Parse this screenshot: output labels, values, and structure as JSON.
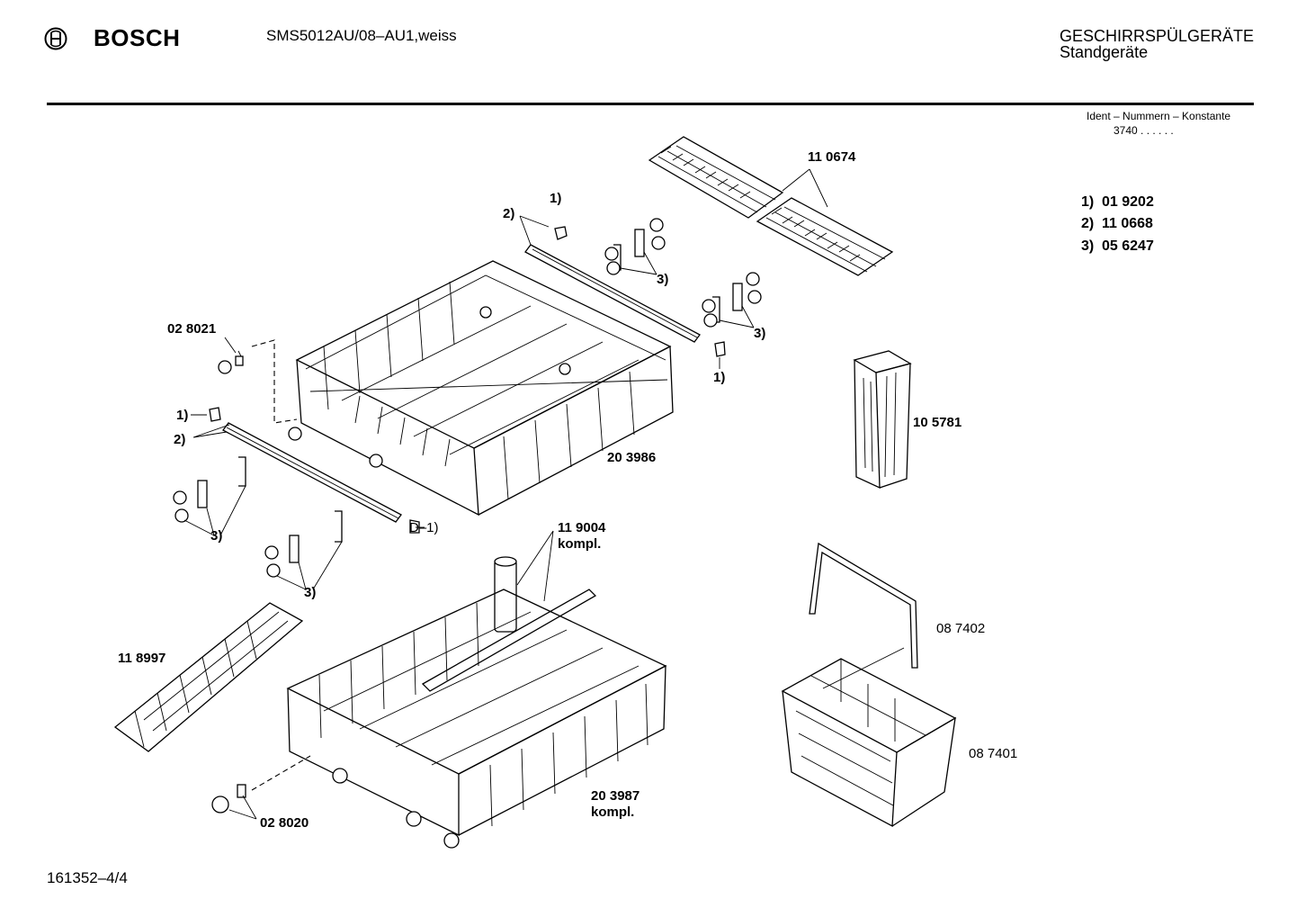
{
  "header": {
    "brand": "BOSCH",
    "model": "SMS5012AU/08–AU1,weiss",
    "category_line1": "GESCHIRRSPÜLGERÄTE",
    "category_line2": "Standgeräte",
    "ident_title": "Ident – Nummern – Konstante",
    "ident_value": "3740  .  .   .  .  .  ."
  },
  "legend": [
    {
      "key": "1)",
      "part": "01 9202"
    },
    {
      "key": "2)",
      "part": "11 0668"
    },
    {
      "key": "3)",
      "part": "05 6247"
    }
  ],
  "parts": {
    "p110674": "11 0674",
    "p028021": "02 8021",
    "p203986": "20 3986",
    "p105781": "10 5781",
    "p119004": "11 9004",
    "p119004_sub": "kompl.",
    "p118997": "11 8997",
    "p087402": "08 7402",
    "p087401": "08 7401",
    "p203987": "20 3987",
    "p203987_sub": "kompl.",
    "p028020": "02 8020"
  },
  "refs": {
    "r1_top": "1)",
    "r2_top": "2)",
    "r3_a": "3)",
    "r3_b": "3)",
    "r1_right": "1)",
    "r1_left": "1)",
    "r2_left": "2)",
    "r1_bottom": "D–1)",
    "r3_c": "3)",
    "r3_d": "3)"
  },
  "footer": {
    "drawing_no": "161352–4/4"
  },
  "colors": {
    "ink": "#000000",
    "paper": "#ffffff"
  },
  "icons": {
    "brand_logo": "bosch-armature-logo"
  }
}
